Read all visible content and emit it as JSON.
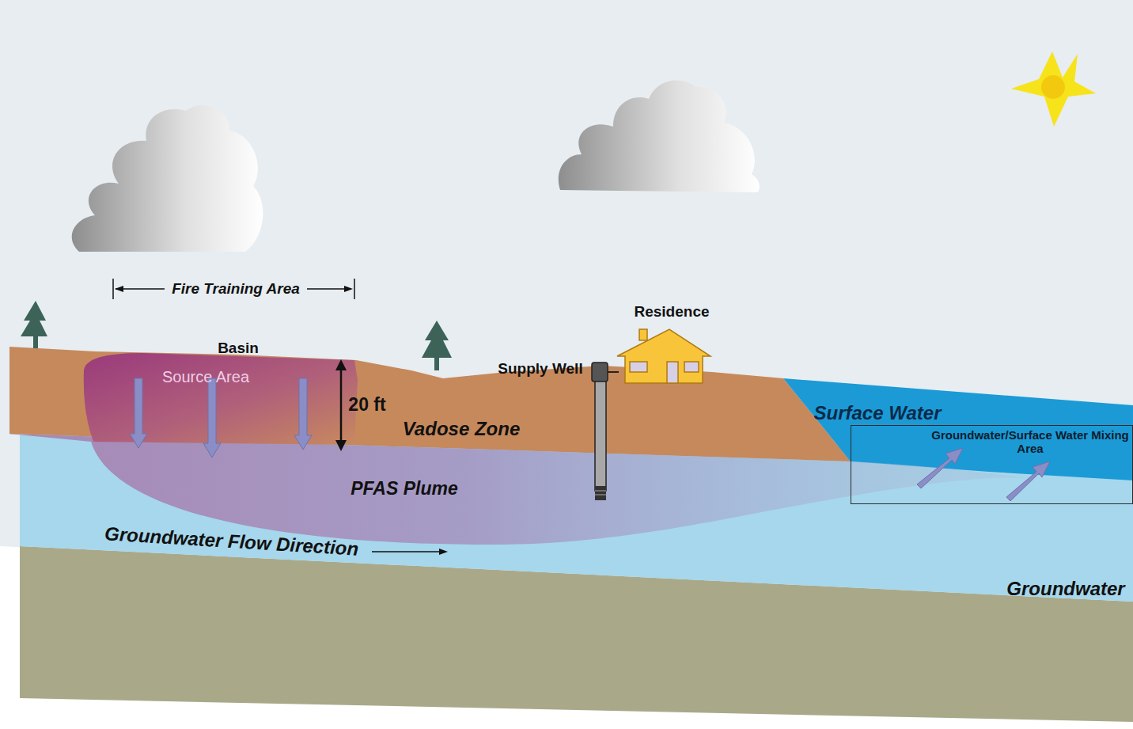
{
  "diagram": {
    "nodes": [
      {
        "text": [
          "Groundwater/Surface Water Mixing Area"
        ]
      }
    ],
    "labels": [
      "Fire Training Area",
      "Basin",
      "Source Area",
      "20 ft",
      "Vadose Zone",
      "Residence",
      "Supply Well",
      "Surface Water",
      "PFAS Plume",
      "Groundwater Flow Direction",
      "Groundwater"
    ]
  }
}
